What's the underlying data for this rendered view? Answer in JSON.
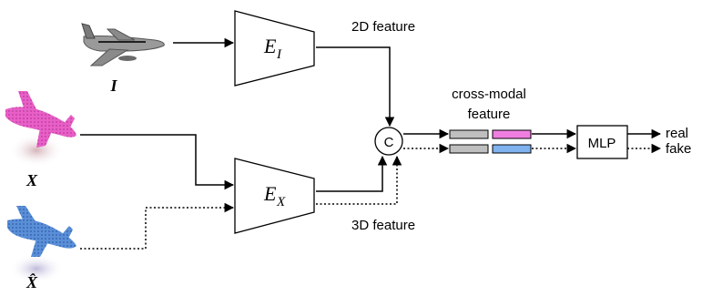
{
  "labels": {
    "feature_2d": "2D feature",
    "feature_3d": "3D feature",
    "cross_modal_line1": "cross-modal",
    "cross_modal_line2": "feature",
    "concat": "C",
    "mlp": "MLP",
    "out_real": "real",
    "out_fake": "fake"
  },
  "encoders": {
    "image": {
      "symbol": "E",
      "subscript": "I"
    },
    "point": {
      "symbol": "E",
      "subscript": "X"
    }
  },
  "inputs": {
    "image": "I",
    "real_points": "X",
    "fake_points": "X̂"
  },
  "colors": {
    "real_cloud": "#e85fc7",
    "fake_cloud": "#5a8fd8",
    "feat_gray": "#bfbfbf",
    "feat_pink": "#f07ee0",
    "feat_blue": "#7fb2ef",
    "plane_body": "#8a8a8a"
  }
}
